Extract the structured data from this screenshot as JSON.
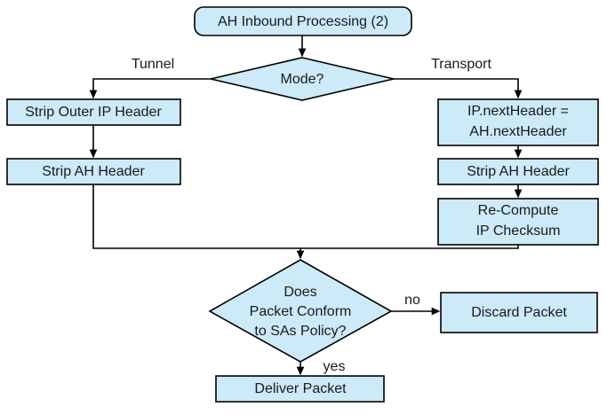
{
  "diagram": {
    "title": "AH Inbound Processing (2)",
    "colors": {
      "node_fill": "#cceaf7",
      "node_stroke": "#000000",
      "background": "#ffffff",
      "text": "#1a1a1a"
    },
    "nodes": {
      "start": {
        "label": "AH Inbound Processing (2)",
        "shape": "rounded-rectangle"
      },
      "mode_decision": {
        "label": "Mode?",
        "shape": "diamond"
      },
      "strip_outer_ip_header": {
        "label": "Strip Outer IP Header",
        "shape": "rectangle"
      },
      "strip_ah_header_tunnel": {
        "label": "Strip AH Header",
        "shape": "rectangle"
      },
      "ip_nextheader": {
        "line1": "IP.nextHeader =",
        "line2": "AH.nextHeader",
        "shape": "rectangle"
      },
      "strip_ah_header_transport": {
        "label": "Strip AH Header",
        "shape": "rectangle"
      },
      "recompute_checksum": {
        "line1": "Re-Compute",
        "line2": "IP Checksum",
        "shape": "rectangle"
      },
      "conform_decision": {
        "line1": "Does",
        "line2": "Packet Conform",
        "line3": "to SAs Policy?",
        "shape": "diamond"
      },
      "discard_packet": {
        "label": "Discard Packet",
        "shape": "rectangle"
      },
      "deliver_packet": {
        "label": "Deliver Packet",
        "shape": "rectangle"
      }
    },
    "edge_labels": {
      "tunnel": "Tunnel",
      "transport": "Transport",
      "no": "no",
      "yes": "yes"
    }
  }
}
